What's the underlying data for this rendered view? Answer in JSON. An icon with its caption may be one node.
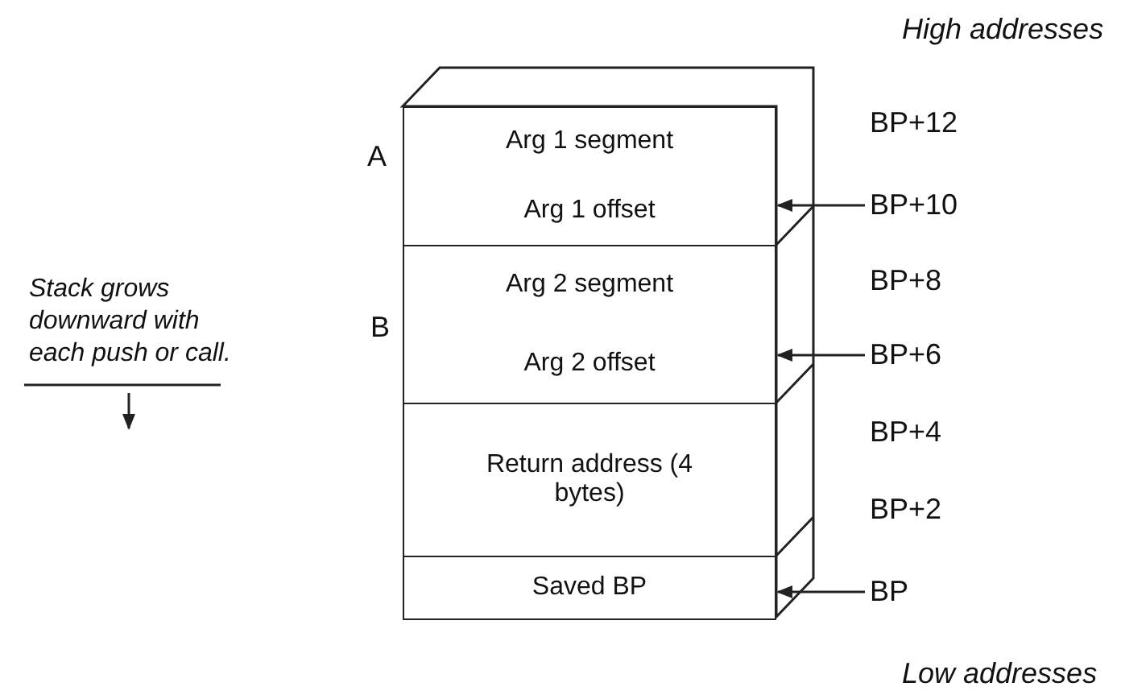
{
  "diagram": {
    "nodes": [
      {
        "text": [
          "Arg 1 segment",
          "Arg 1 offset"
        ],
        "beside": [
          "A"
        ]
      },
      {
        "text": [
          "Arg 2 segment",
          "Arg 2 offset"
        ],
        "beside": [
          "B"
        ]
      },
      {
        "text": [
          "Return address (4 bytes)"
        ]
      },
      {
        "text": [
          "Saved BP"
        ]
      },
      {
        "text": [
          "BP+10"
        ]
      },
      {
        "text": [
          "BP+6"
        ]
      },
      {
        "text": [
          "BP"
        ]
      }
    ],
    "edges": [
      {
        "from": 4,
        "to": 0,
        "arrow": "to"
      },
      {
        "from": 5,
        "to": 1,
        "arrow": "to"
      },
      {
        "from": 6,
        "to": 3,
        "arrow": "to"
      }
    ],
    "labels": [
      "High addresses",
      "BP+12",
      "BP+8",
      "BP+4",
      "BP+2",
      "Stack grows downward with each push or call.",
      "Low addresses"
    ]
  }
}
